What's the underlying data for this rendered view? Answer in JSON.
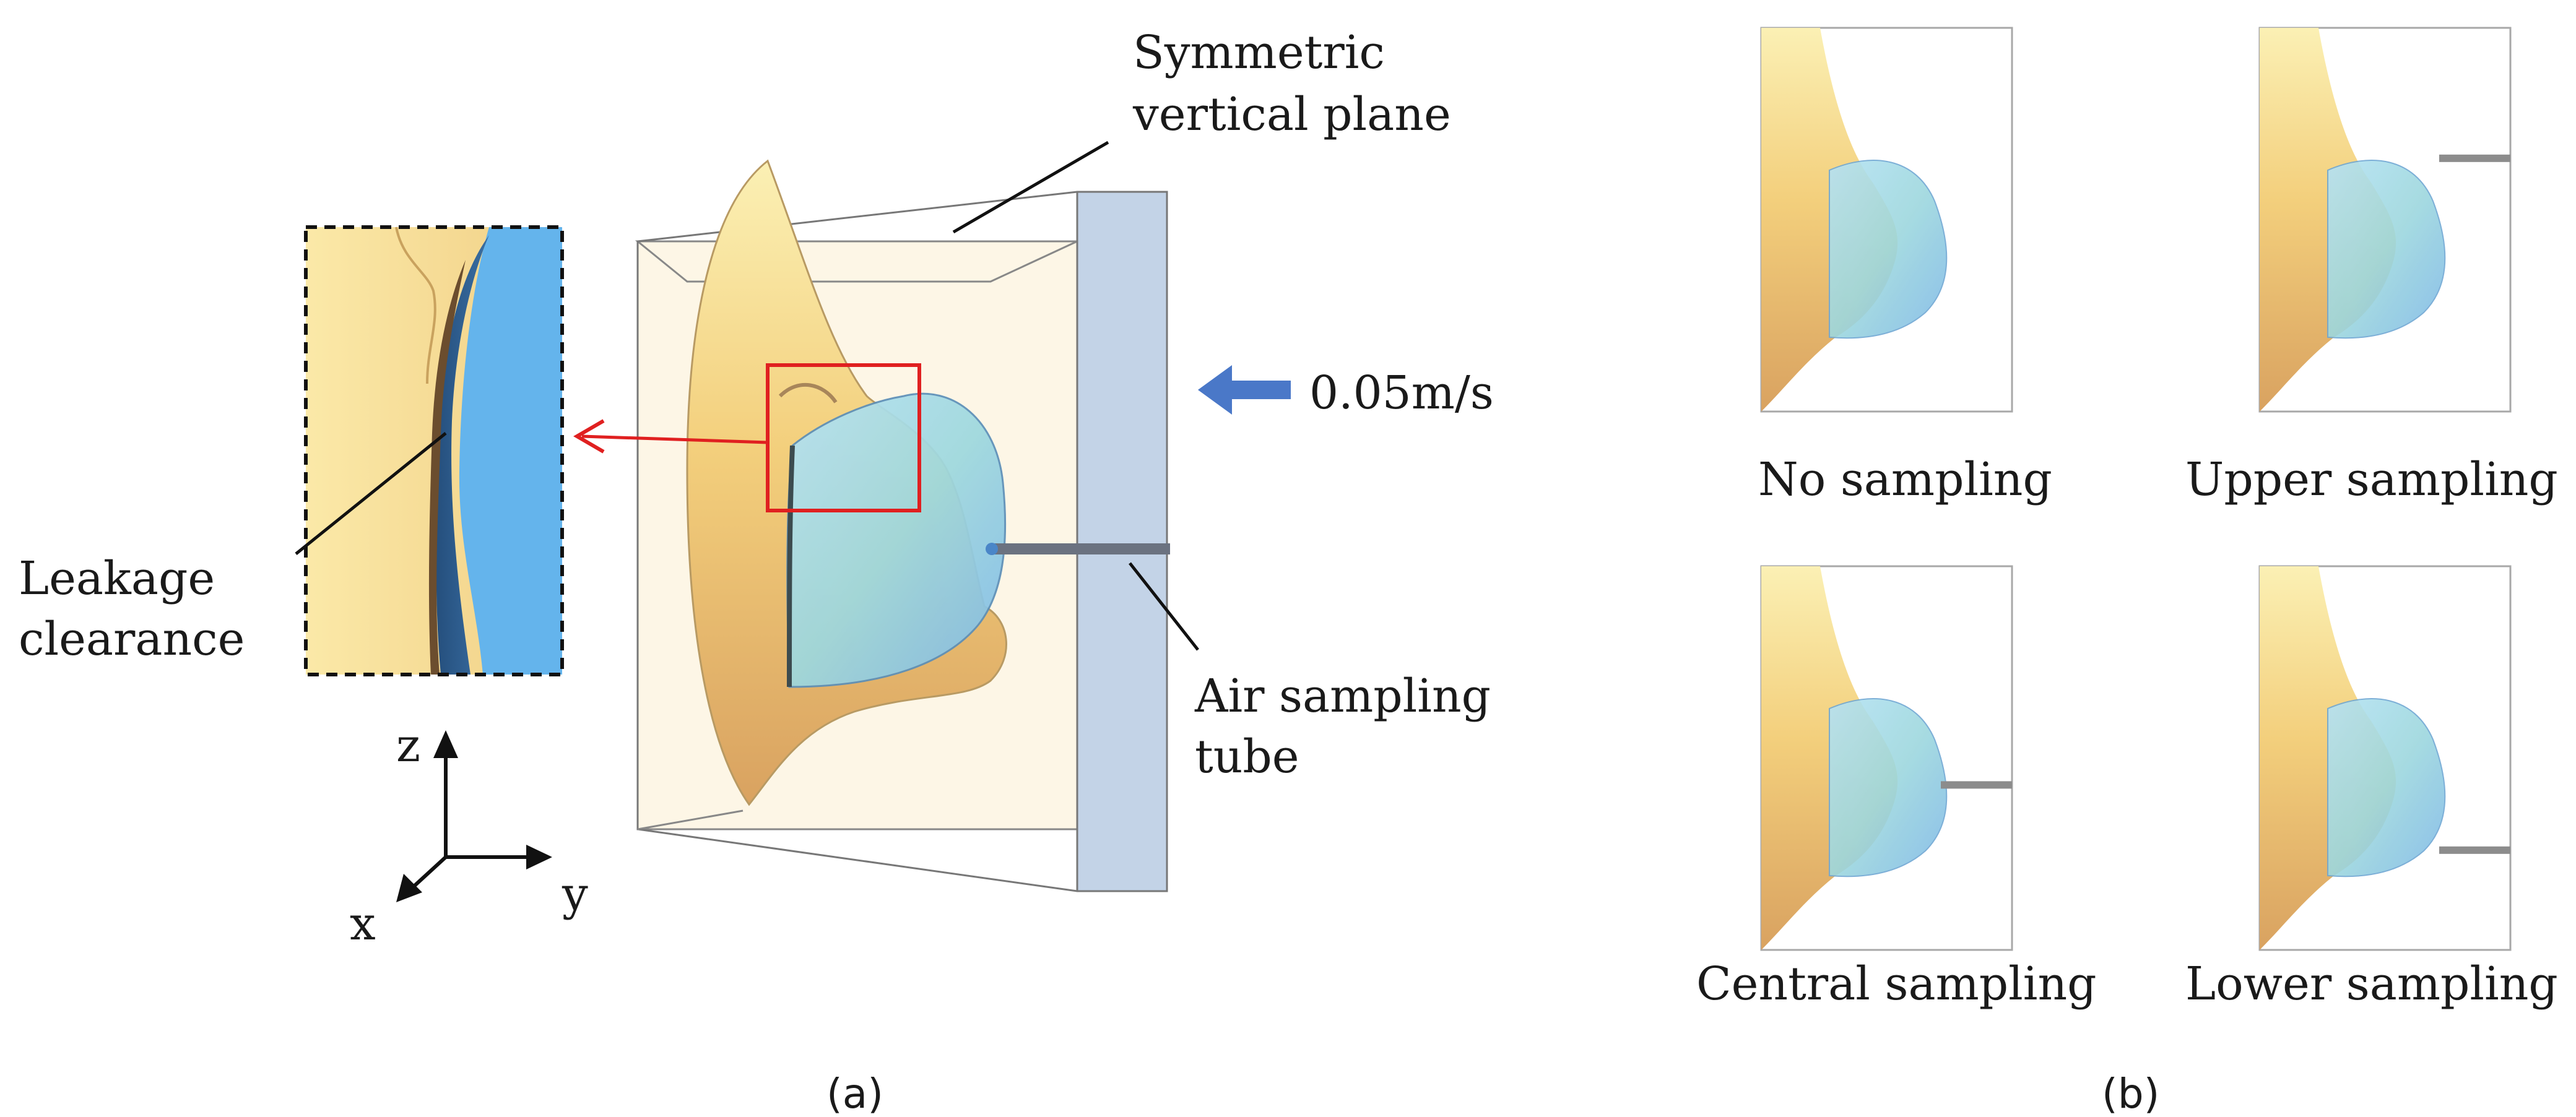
{
  "panel_a": {
    "inset_label": [
      "Leakage",
      "clearance"
    ],
    "plane_label": [
      "Symmetric",
      "vertical plane"
    ],
    "velocity_label": "0.05m/s",
    "tube_label": [
      "Air  sampling",
      "tube"
    ],
    "axes": {
      "z": "z",
      "y": "y",
      "x": "x"
    },
    "caption": "(a)"
  },
  "panel_b": {
    "cases": [
      {
        "label": "No sampling",
        "tube": "none"
      },
      {
        "label": "Upper sampling",
        "tube": "upper"
      },
      {
        "label": "Central sampling",
        "tube": "central"
      },
      {
        "label": "Lower sampling",
        "tube": "lower"
      }
    ],
    "caption": "(b)"
  },
  "colors": {
    "face": "#f3d37e",
    "mask": "#8fc7ee",
    "inset_mask": "#2f5f8f",
    "box_front": "#a9bfd9",
    "arrow_blue": "#4a78c8",
    "highlight": "#e02020"
  }
}
